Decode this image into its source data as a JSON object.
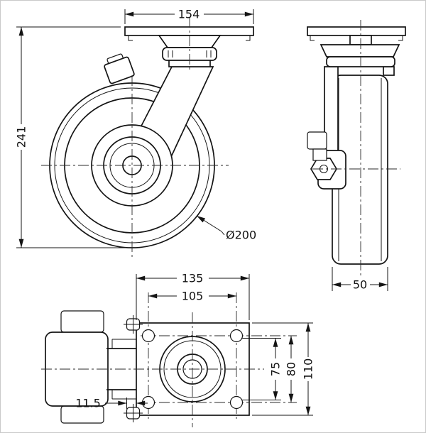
{
  "drawing": {
    "colors": {
      "line": "#141414",
      "background": "#ffffff",
      "frame": "#c9c9c9"
    },
    "dim_labels": {
      "plate_span": "154",
      "overall_height": "241",
      "wheel_diameter": "Ø200",
      "wheel_width": "50",
      "plate_length": "135",
      "bolt_pitch_x": "105",
      "bolt_pitch_y_min": "75",
      "bolt_pitch_y_max": "80",
      "plate_width": "110",
      "edge_offset": "11.5"
    }
  }
}
